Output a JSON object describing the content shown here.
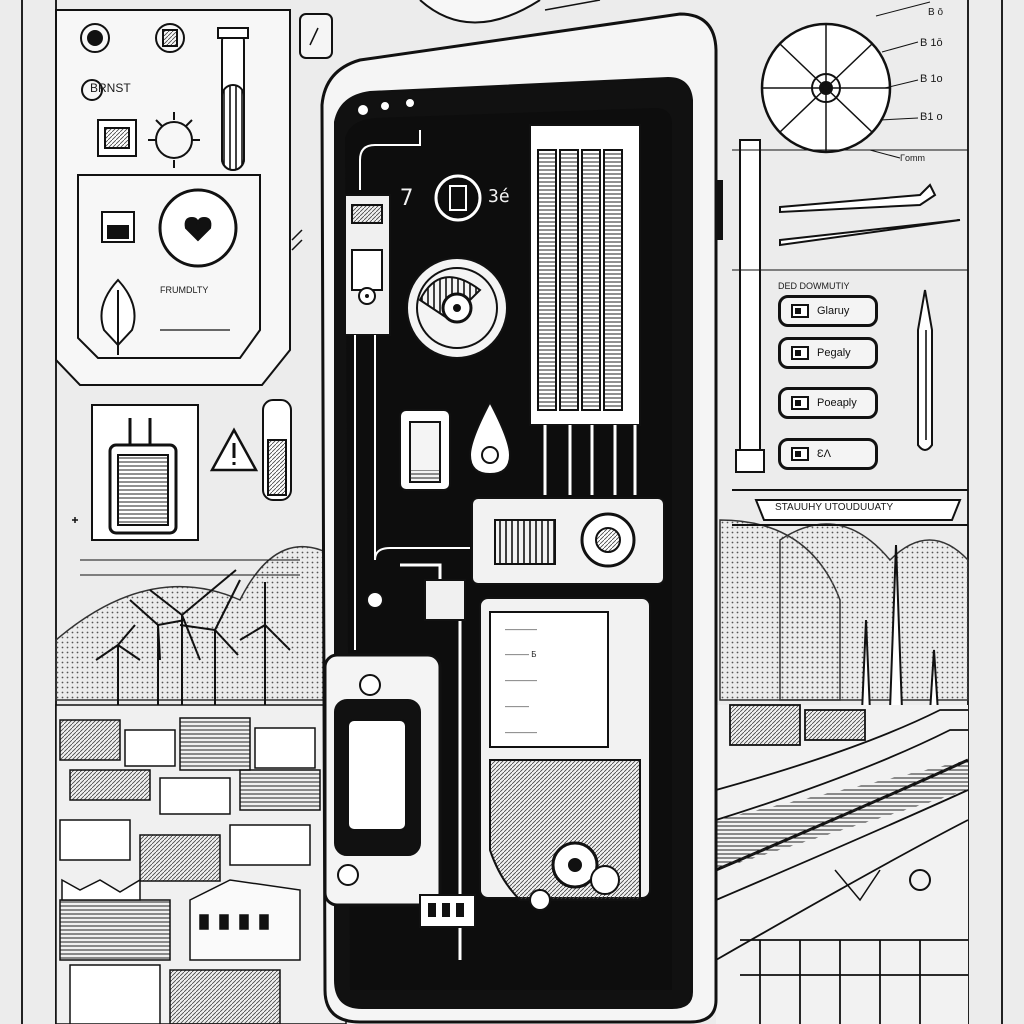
{
  "top_left_panel": {
    "brand_label": "BRNST",
    "tree_caption": "FRUMDLTY"
  },
  "phone": {
    "screen_digits_left": "7",
    "screen_digits_right": "3é"
  },
  "right_panel": {
    "dial_labels": [
      "B ō",
      "B 1ō",
      "B 1o",
      "B1 o",
      "Γomm"
    ],
    "section_title": "DED DOWMUTIY",
    "buttons": [
      {
        "label": "Glaruy",
        "icon": "doc-icon"
      },
      {
        "label": "Pegaly",
        "icon": "doc-icon"
      },
      {
        "label": "Poeaply",
        "icon": "doc-icon"
      },
      {
        "label": "ƐΛ",
        "icon": "doc-icon"
      }
    ],
    "footer_bar": "STAUUHY UTOUDUUATY"
  },
  "card": {
    "lines": [
      "————",
      "——— Б",
      "————",
      "———",
      "————"
    ]
  }
}
